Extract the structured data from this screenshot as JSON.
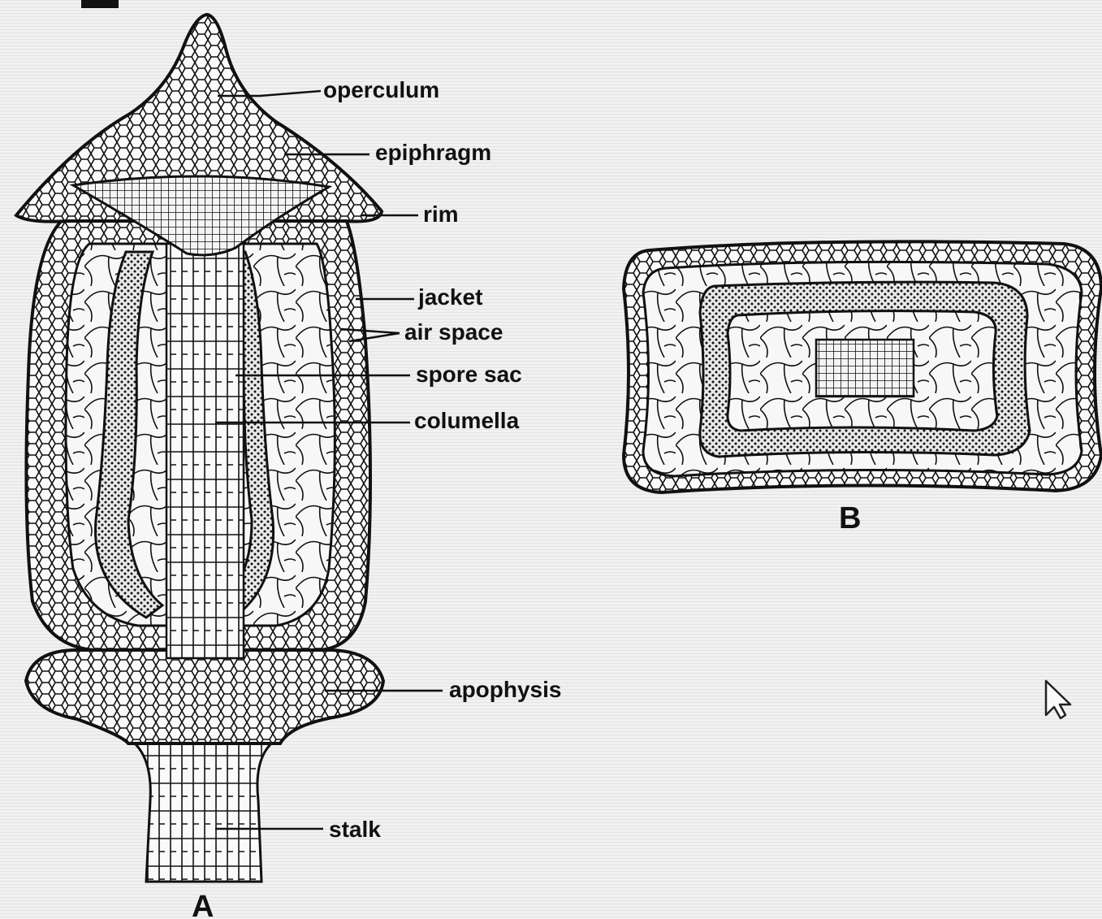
{
  "figure": {
    "panel_a_letter": "A",
    "panel_b_letter": "B",
    "labels": {
      "operculum": "operculum",
      "epiphragm": "epiphragm",
      "rim": "rim",
      "jacket": "jacket",
      "air_space": "air space",
      "spore_sac": "spore sac",
      "columella": "columella",
      "apophysis": "apophysis",
      "stalk": "stalk"
    }
  },
  "colors": {
    "background": "#f1f1f1",
    "ink": "#111111",
    "paper": "#fafafa"
  },
  "icons": {
    "cursor": "mouse-pointer-icon"
  }
}
